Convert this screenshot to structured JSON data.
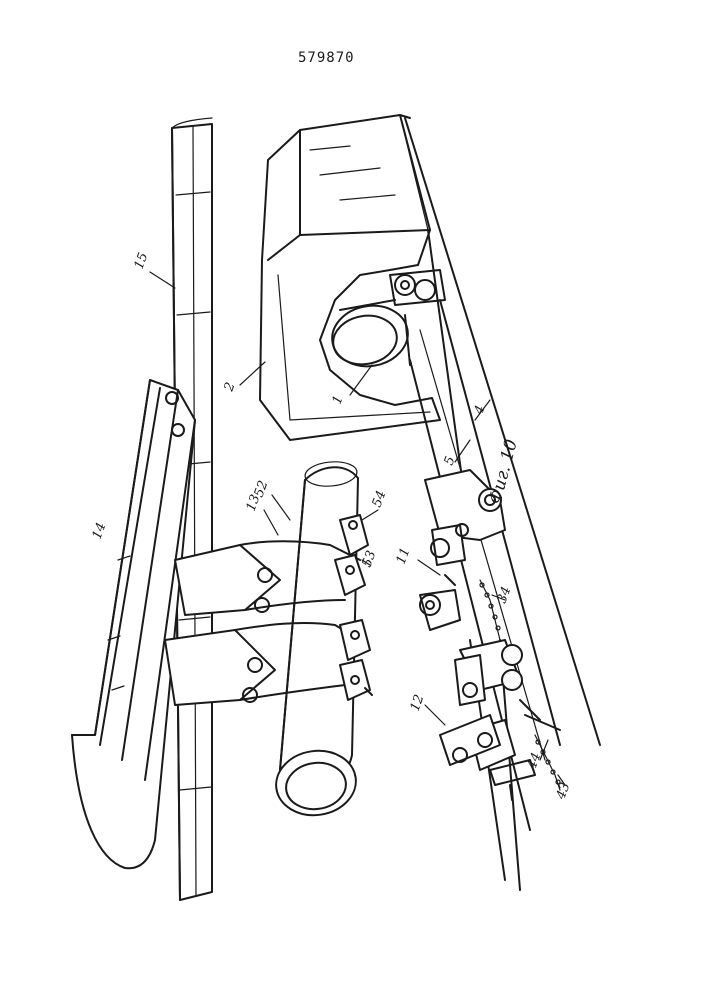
{
  "patent_number": "579870",
  "figure_caption": "Фиг. 10",
  "labels": {
    "l1": "1",
    "l2": "2",
    "l4": "4",
    "l5": "5",
    "l11": "11",
    "l12": "12",
    "l13": "13",
    "l14": "14",
    "l15": "15",
    "l34": "34",
    "l43": "43",
    "l44": "44",
    "l52": "52",
    "l53": "53",
    "l54": "54"
  }
}
